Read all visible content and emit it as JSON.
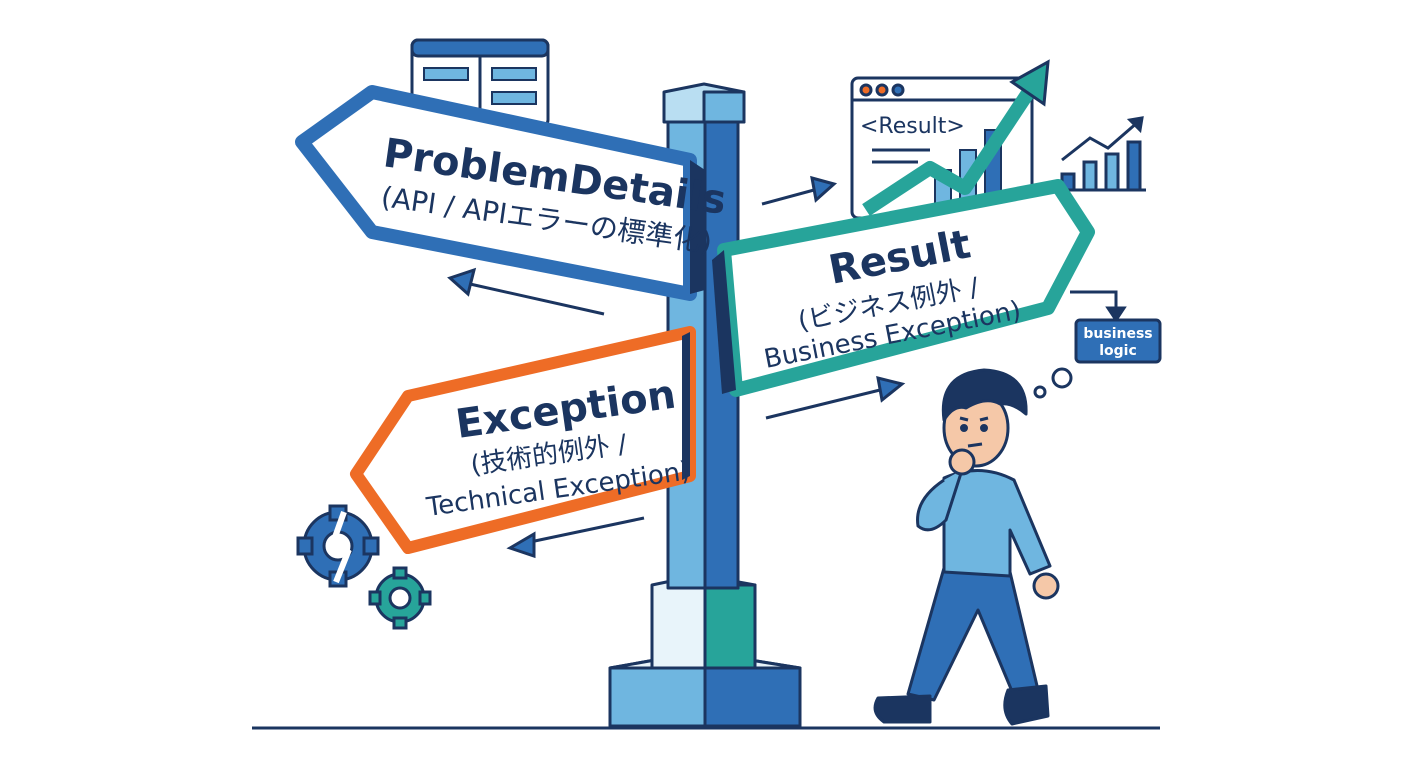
{
  "signs": {
    "problem": {
      "title": "ProblemDetails",
      "subtitle": "(API / APIエラーの標準化)"
    },
    "result": {
      "title": "Result",
      "subtitle1": "(ビジネス例外 /",
      "subtitle2": "Business Exception)"
    },
    "exception": {
      "title": "Exception",
      "subtitle1": "(技術的例外 /",
      "subtitle2": "Technical Exception)"
    }
  },
  "browser": {
    "code_label": "<Result>"
  },
  "business_box": {
    "line1": "business",
    "line2": "logic"
  },
  "colors": {
    "navy": "#1b3560",
    "blue": "#2f6fb6",
    "light_blue": "#6fb6e0",
    "teal": "#27a49a",
    "orange": "#ee6c26",
    "pale": "#e8f4fa"
  }
}
